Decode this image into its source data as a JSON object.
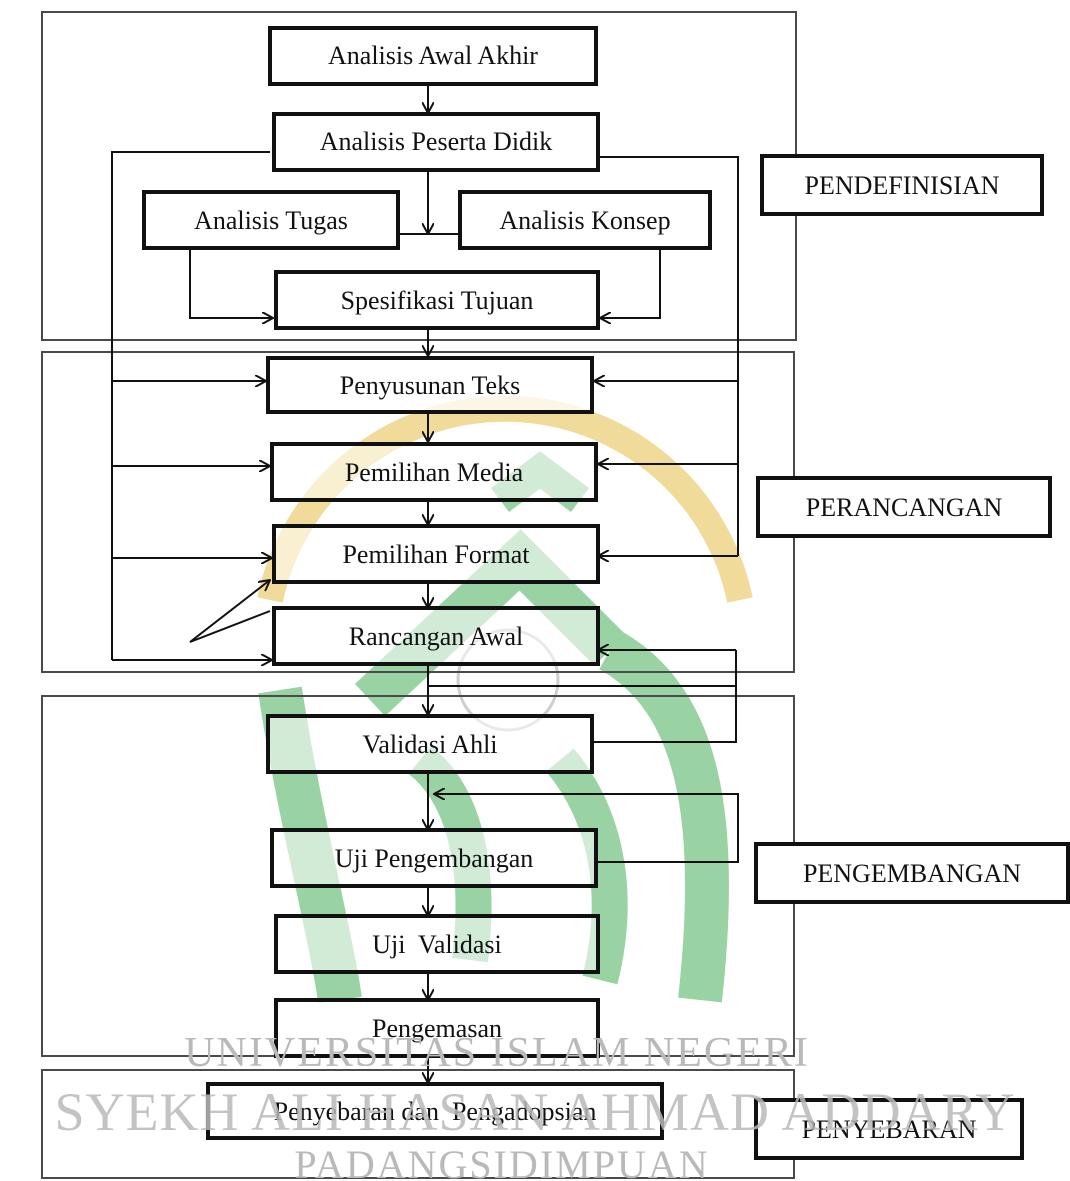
{
  "colors": {
    "ink": "#111111",
    "frame": "#4a4a4a",
    "watermark_green": "#8fcf9b",
    "watermark_gold": "#f0d890",
    "watermark_text": "#b9b9b9"
  },
  "phases": [
    {
      "id": "define",
      "label": "PENDEFINISIAN"
    },
    {
      "id": "design",
      "label": "PERANCANGAN"
    },
    {
      "id": "develop",
      "label": "PENGEMBANGAN"
    },
    {
      "id": "disseminate",
      "label": "PENYEBARAN"
    }
  ],
  "steps": {
    "analisis_awal_akhir": "Analisis Awal Akhir",
    "analisis_peserta_didik": "Analisis Peserta Didik",
    "analisis_tugas": "Analisis Tugas",
    "analisis_konsep": "Analisis Konsep",
    "spesifikasi_tujuan": "Spesifikasi Tujuan",
    "penyusunan_teks": "Penyusunan Teks",
    "pemilihan_media": "Pemilihan Media",
    "pemilihan_format": "Pemilihan Format",
    "rancangan_awal": "Rancangan Awal",
    "validasi_ahli": "Validasi Ahli",
    "uji_pengembangan": "Uji Pengembangan",
    "uji_validasi": "Uji  Validasi",
    "pengemasan": "Pengemasan",
    "penyebaran": "Penyebaran dan  Pengadopsian"
  },
  "watermark": {
    "line1": "UNIVERSITAS ISLAM NEGERI",
    "line2": "SYEKH ALI HASAN AHMAD ADDARY",
    "line3": "PADANGSIDIMPUAN"
  }
}
